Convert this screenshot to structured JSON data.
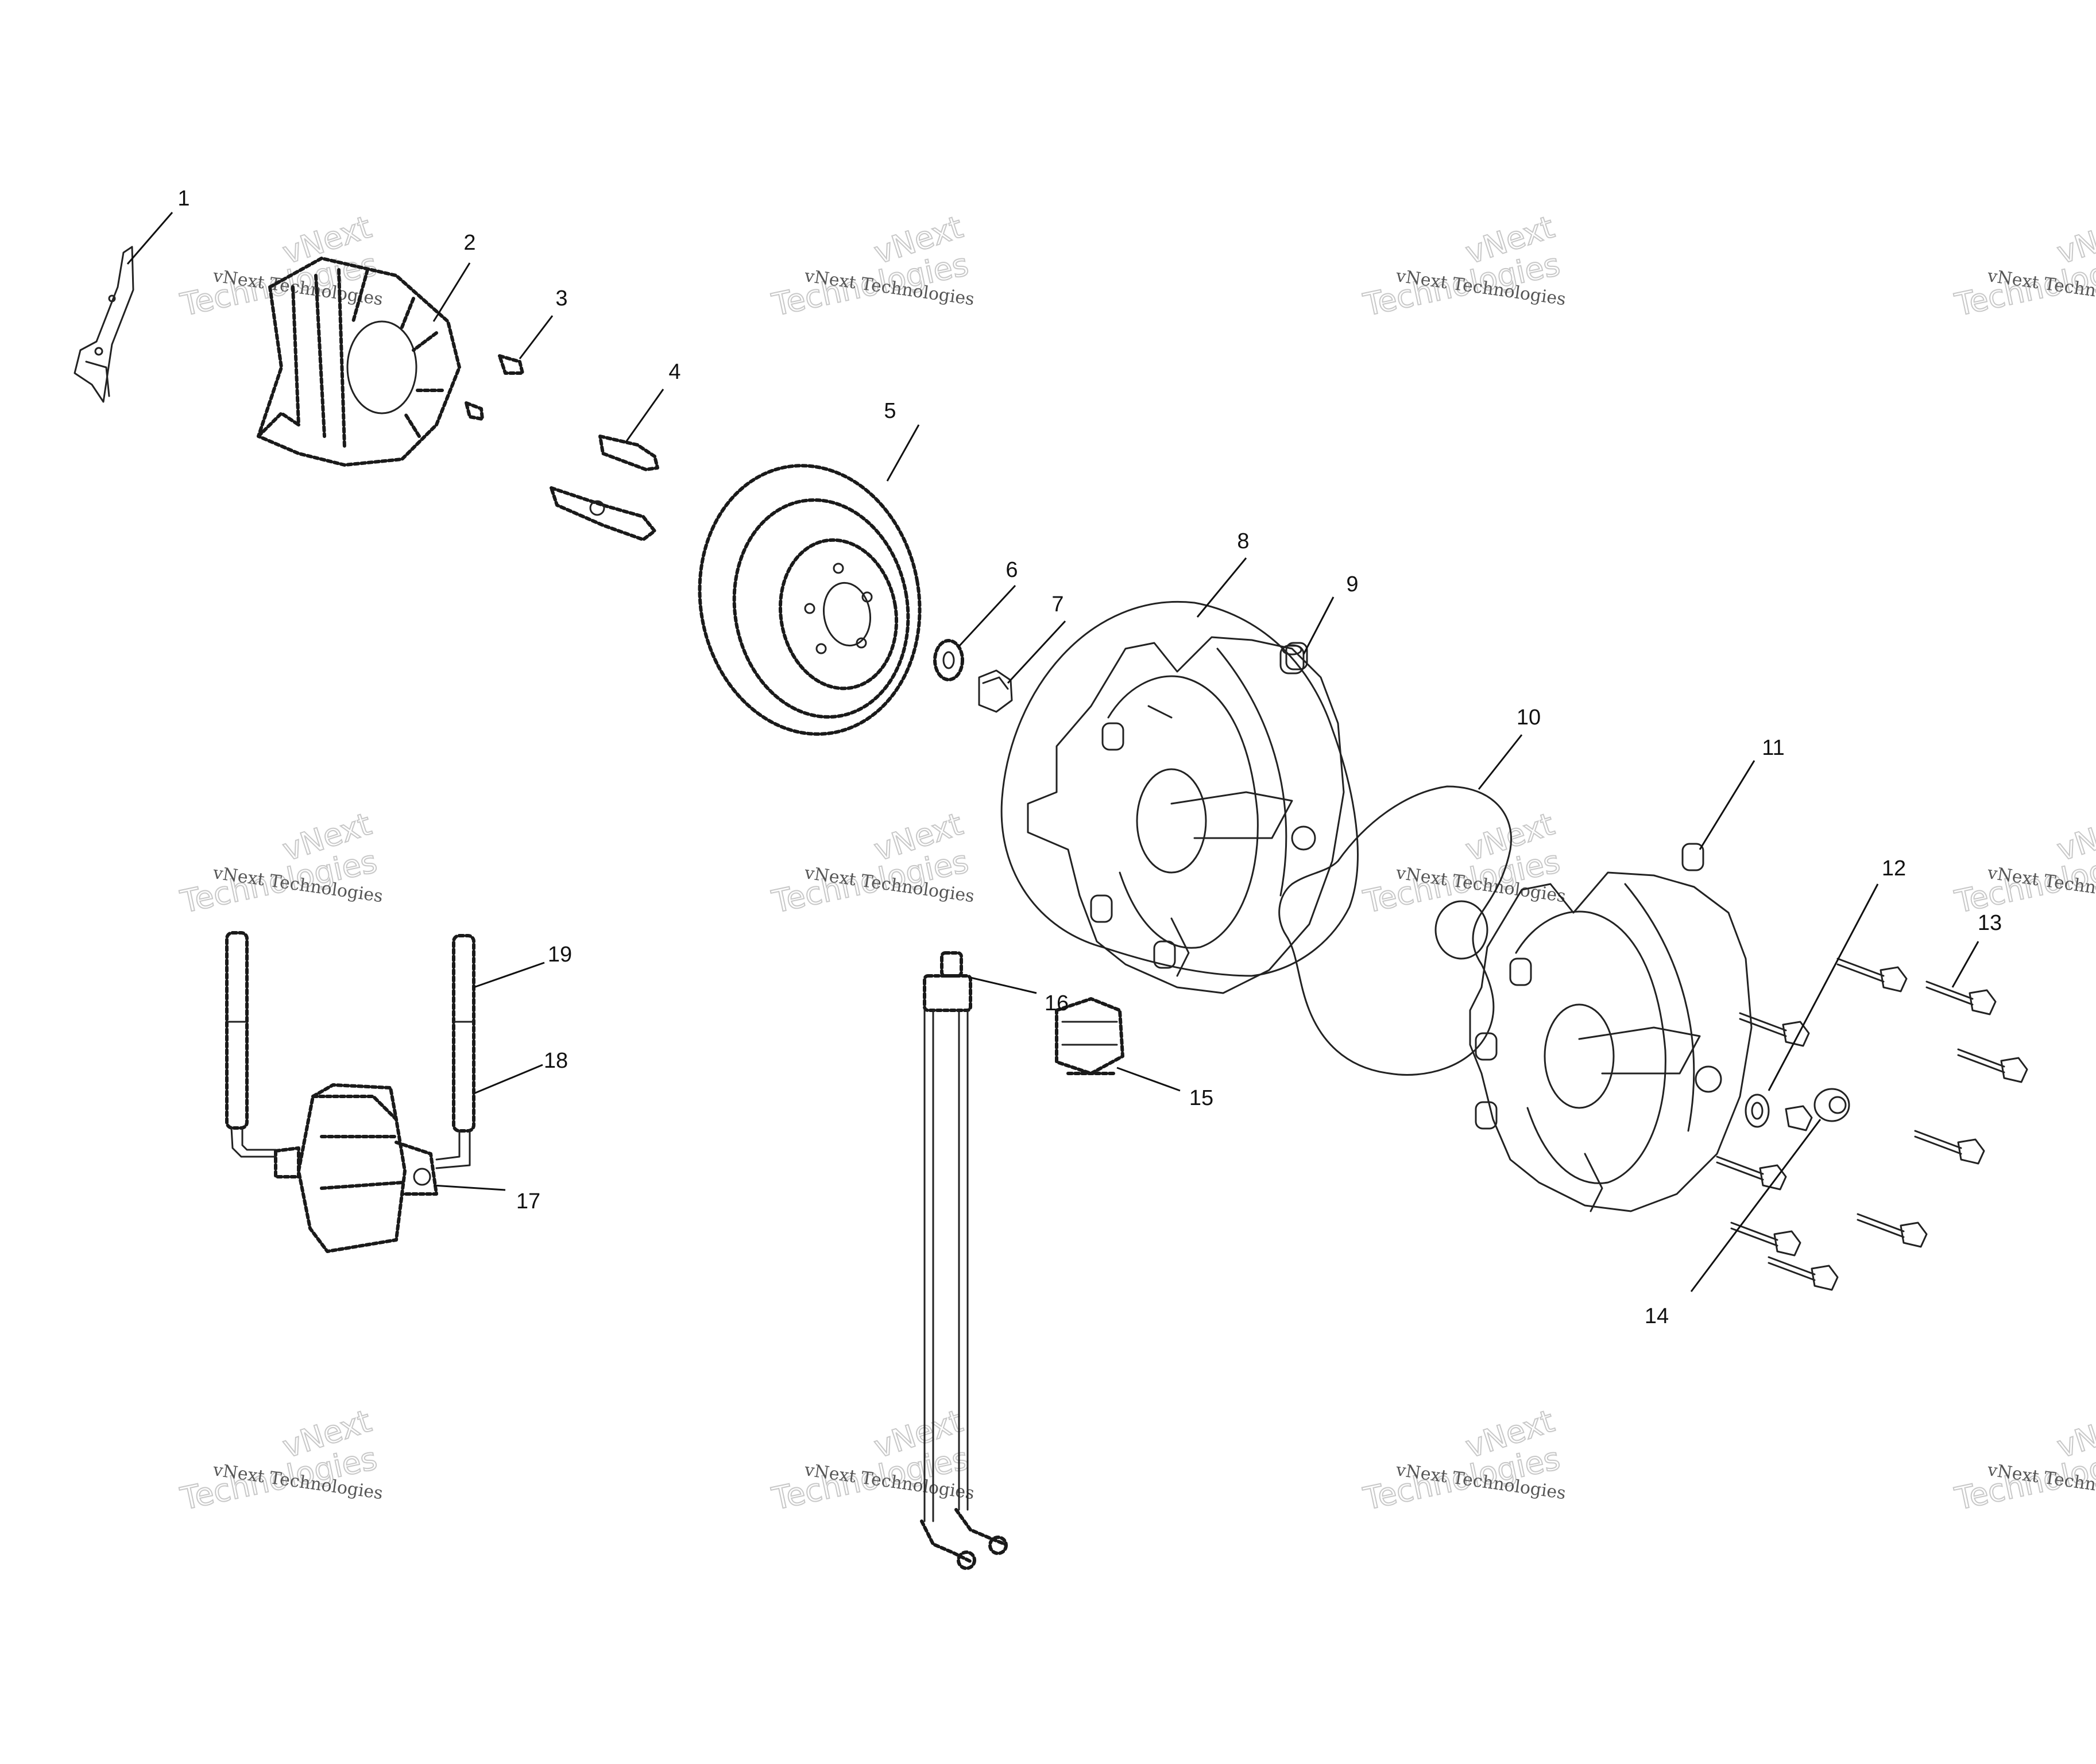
{
  "callouts": [
    {
      "id": "1",
      "text": "1"
    },
    {
      "id": "2",
      "text": "2"
    },
    {
      "id": "3",
      "text": "3"
    },
    {
      "id": "4",
      "text": "4"
    },
    {
      "id": "5",
      "text": "5"
    },
    {
      "id": "6",
      "text": "6"
    },
    {
      "id": "7",
      "text": "7"
    },
    {
      "id": "8",
      "text": "8"
    },
    {
      "id": "9",
      "text": "9"
    },
    {
      "id": "10",
      "text": "10"
    },
    {
      "id": "11",
      "text": "11"
    },
    {
      "id": "12",
      "text": "12"
    },
    {
      "id": "13",
      "text": "13"
    },
    {
      "id": "14",
      "text": "14"
    },
    {
      "id": "15",
      "text": "15"
    },
    {
      "id": "16",
      "text": "16"
    },
    {
      "id": "17",
      "text": "17"
    },
    {
      "id": "18",
      "text": "18"
    },
    {
      "id": "19",
      "text": "19"
    }
  ],
  "watermark": {
    "line1": "vNext Technologies",
    "line2a": "vNext",
    "line2b": "Technologies"
  }
}
